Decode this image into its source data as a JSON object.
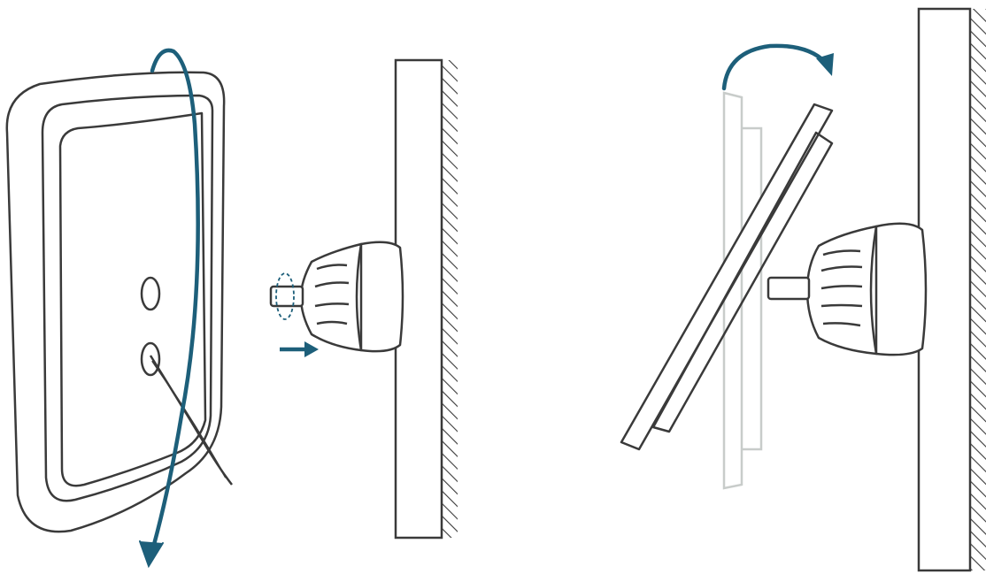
{
  "diagram": {
    "steps": [
      {
        "id": "rotate-panel",
        "action": "rotate-flip"
      },
      {
        "id": "attach-to-mount",
        "action": "push-right"
      },
      {
        "id": "tilt-panel",
        "action": "tilt-toward-wall"
      }
    ],
    "colors": {
      "stroke": "#3a3a3a",
      "accent_arrow": "#1d5f7a",
      "ghost": "#c8ccca",
      "background": "#ffffff"
    },
    "icons": [
      "rotate-arrow-icon",
      "push-arrow-icon",
      "tilt-arrow-icon",
      "hatch-wall-icon"
    ]
  }
}
